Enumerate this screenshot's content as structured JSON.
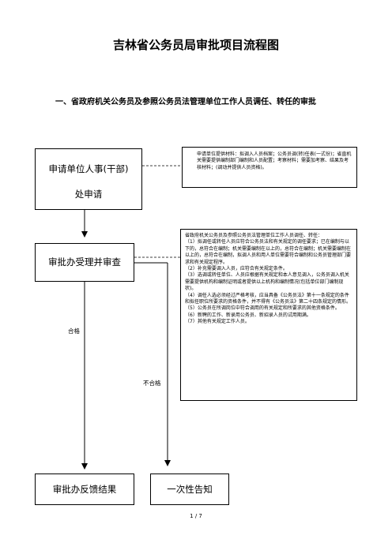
{
  "document": {
    "title": "吉林省公务员局审批项目流程图",
    "section_heading": "一、省政府机关公务员及参照公务员法管理单位工作人员调任、转任的审批"
  },
  "flow": {
    "apply_box": {
      "line1": "申请单位人事(干部)",
      "line2": "处申请"
    },
    "apply_note": "申请单位提供材料：拟调入人员档案；公务员调(转)任表(一式份)；省直机关需要提供编制部门编制和人员配置；考察材料；需要加考察、结果及考核材料；(调动并提供人员资格)。",
    "review_box": {
      "label": "审批办受理并审查"
    },
    "review_note": [
      "省政府机关公务员及参照公务员法管理单位工作人员调任、转任：",
      "（1）拟调任或转任人员应符合公务员法和有关规定的调任要求；已在编制与以下的，总符合在编制；机关需要编制在以上的，总符合在编制；机关需要编制在以上的，总符合在编制，拟调人员和用人单位需要符合编制和公务员管理部门要求和有关规定程序。",
      "（2）补充需要调入人员，应符合有关规定条件。",
      "（3）选调或转任单位、人员应根据有关规定和本人意见调入，公务员调入机关需要提供机构和编制证明或者提供以上机构和编制情况(包括单位部门编制现状)。",
      "（4）调任人选必须经过严格考核，应当具备《公务员法》第十一条规定的条件和拟任职位所要求的资格条件，并不得有《公务员法》第二十四条规定的情形。",
      "（5）公务员在所调岗位中符合调用的有关规定和所要求的其他资格条件。",
      "（6）新聘的工作、新录用公务员、新招录人员的试用期满。",
      "（7）其他有关规定工作人员。"
    ],
    "result_box": {
      "label": "审批办反馈结果"
    },
    "notice_box": {
      "label": "一次性告知"
    },
    "pass_label": "合格",
    "fail_label": "不合格"
  },
  "footer": {
    "page": "1 / 7"
  }
}
